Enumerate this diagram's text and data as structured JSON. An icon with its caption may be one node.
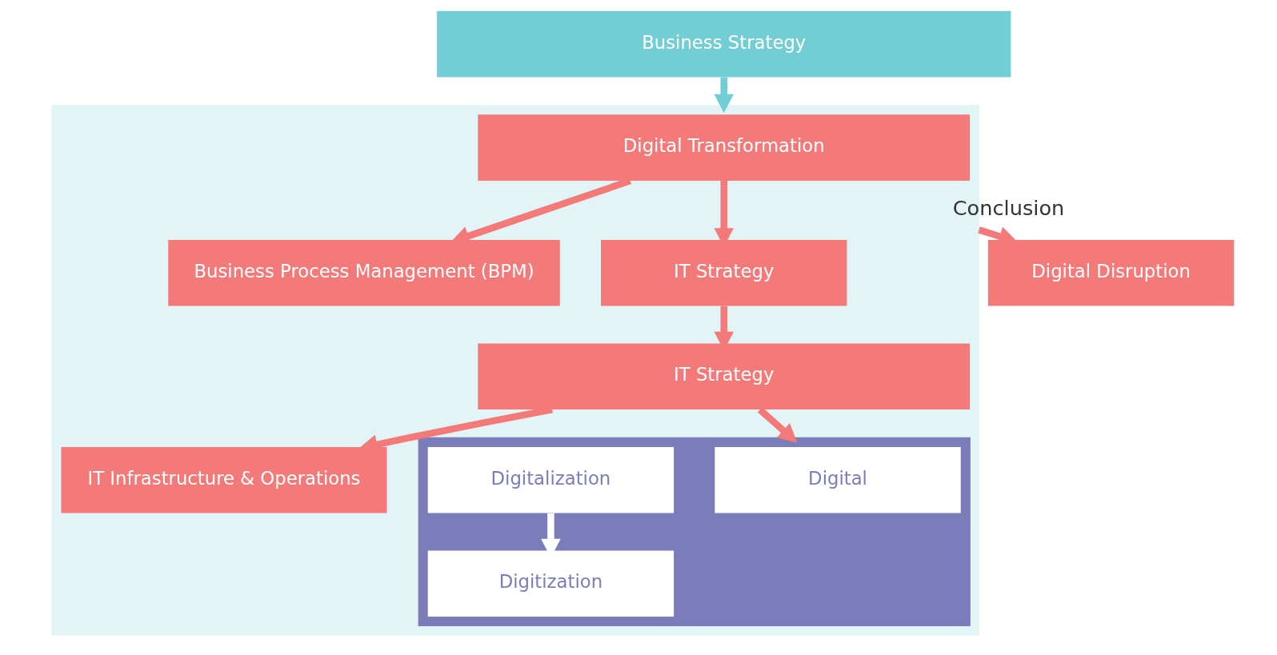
{
  "diagram": {
    "nodes": [
      {
        "text": [
          "Business Strategy"
        ]
      },
      {
        "text": [],
        "shape": "box"
      },
      {
        "text": [
          "Digital Transformation"
        ],
        "in": 1
      },
      {
        "text": [
          "Business Process Management (BPM)"
        ],
        "in": 1
      },
      {
        "text": [
          "IT Strategy"
        ],
        "in": 1
      },
      {
        "text": [
          "IT Strategy"
        ],
        "in": 1
      },
      {
        "text": [
          "IT Infrastructure & Operations"
        ],
        "in": 1
      },
      {
        "text": [],
        "shape": "box",
        "in": 1
      },
      {
        "text": [
          "Digital"
        ],
        "in": 7
      },
      {
        "text": [
          "Digitalization"
        ],
        "in": 7
      },
      {
        "text": [
          "Digitization"
        ],
        "in": 7
      },
      {
        "text": [
          "Digital Disruption"
        ]
      }
    ],
    "edges": [
      {
        "from": 0,
        "to": 1,
        "arrow": "to",
        "color": "#72cdd4"
      },
      {
        "from": 2,
        "to": 3,
        "arrow": "to"
      },
      {
        "from": 2,
        "to": 4,
        "arrow": "to"
      },
      {
        "from": 4,
        "to": 5,
        "arrow": "to"
      },
      {
        "from": 5,
        "to": 6,
        "arrow": "to"
      },
      {
        "from": 5,
        "to": 7,
        "arrow": "to"
      },
      {
        "from": 9,
        "to": 10,
        "arrow": "to",
        "color": "#ffffff"
      },
      {
        "from": 1,
        "to": 11,
        "arrow": "to",
        "label": "Conclusion"
      }
    ]
  }
}
